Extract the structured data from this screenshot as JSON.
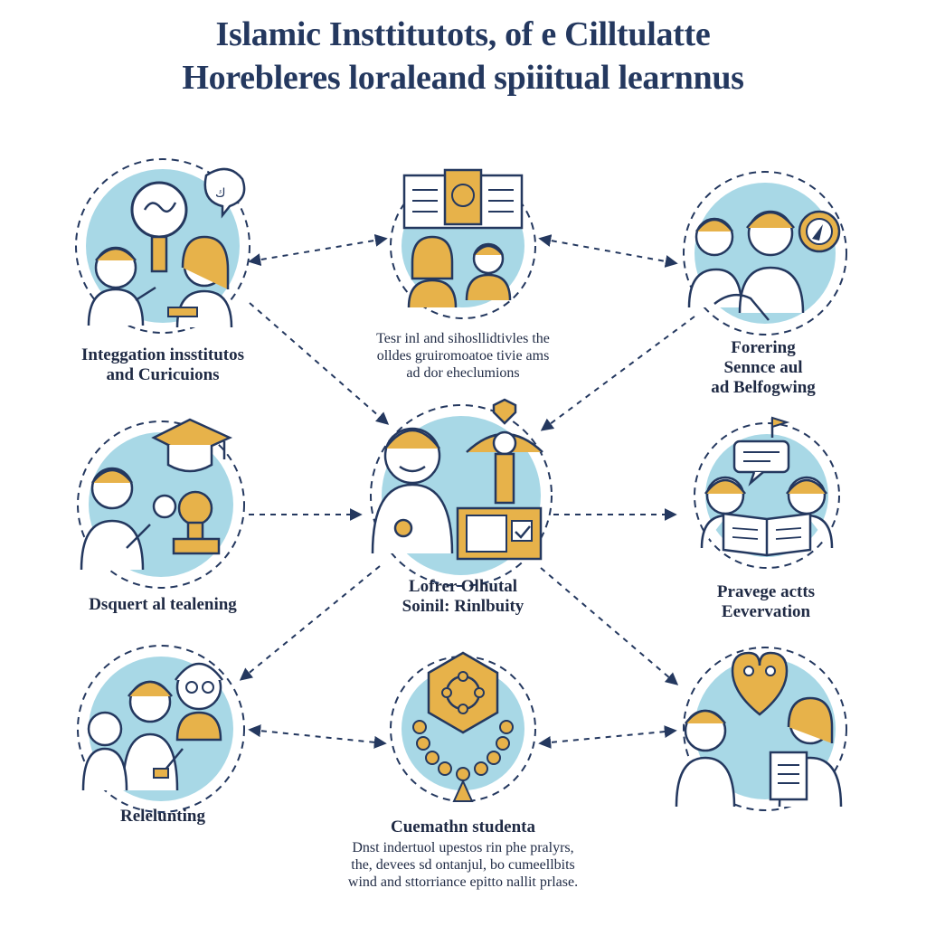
{
  "title": {
    "line1": "Islamic Insttitutots, of e Cilltulatte",
    "line2": "Horebleres loraleand spiiitual learnnus"
  },
  "nodes": {
    "top_left": {
      "label": [
        "Integgation insstitutos",
        "and Curicuions"
      ]
    },
    "top_center": {
      "desc": [
        "Tesr inl and sihosllidtivles the",
        "olldes gruiromoatoe tivie ams",
        "ad dor eheclumions"
      ]
    },
    "top_right": {
      "label": [
        "Forering",
        "Sennce aul",
        "ad Belfogwing"
      ]
    },
    "middle_left": {
      "label": [
        "Dsquert al tealening"
      ]
    },
    "center": {
      "label": [
        "Lofrer Olhutal",
        "Soinil: Rinlbuity"
      ]
    },
    "middle_right": {
      "label": [
        "Pravege actts",
        "Eevervation"
      ]
    },
    "bottom_left": {
      "label": [
        "Relelunting"
      ]
    },
    "bottom_center": {
      "label": [
        "Cuemathn studenta"
      ],
      "desc": [
        "Dnst indertuol upestos rin phe pralyrs,",
        "the, devees sd ontanjul, bo cumeellbits",
        "wind and sttorriance epitto nallit prlase."
      ]
    }
  },
  "colors": {
    "navy": "#24385f",
    "light_blue": "#a8d8e6",
    "gold": "#e7b24a",
    "white": "#ffffff"
  },
  "icons": [
    "magnifier-icon",
    "speech-bubble-icon",
    "teacher-icon",
    "student-icon",
    "book-icon",
    "graduation-cap-icon",
    "trophy-icon",
    "mosque-icon",
    "certificate-icon",
    "prayer-beads-icon",
    "heart-icon",
    "document-icon",
    "chat-icon",
    "flag-icon",
    "gear-icon",
    "compass-icon"
  ]
}
